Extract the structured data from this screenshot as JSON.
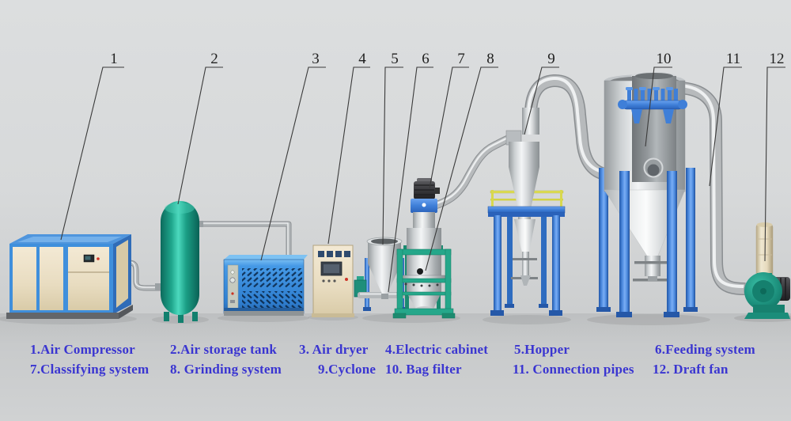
{
  "callouts": {
    "items": [
      {
        "n": "1"
      },
      {
        "n": "2"
      },
      {
        "n": "3"
      },
      {
        "n": "4"
      },
      {
        "n": "5"
      },
      {
        "n": "6"
      },
      {
        "n": "7"
      },
      {
        "n": "8"
      },
      {
        "n": "9"
      },
      {
        "n": "10"
      },
      {
        "n": "11"
      },
      {
        "n": "12"
      }
    ]
  },
  "legend": {
    "items": [
      {
        "label": "1.Air Compressor"
      },
      {
        "label": "2.Air storage tank"
      },
      {
        "label": "3. Air dryer"
      },
      {
        "label": "4.Electric cabinet"
      },
      {
        "label": "5.Hopper"
      },
      {
        "label": "6.Feeding system"
      },
      {
        "label": "7.Classifying system"
      },
      {
        "label": "8. Grinding system"
      },
      {
        "label": "9.Cyclone"
      },
      {
        "label": "10. Bag filter"
      },
      {
        "label": "11. Connection pipes"
      },
      {
        "label": "12. Draft fan"
      }
    ]
  },
  "colors": {
    "legend_text_blue": "#3a35d1",
    "callout_line": "#3a3a3a",
    "compressor_frame_blue": "#3f8fdc",
    "tank_teal": "#1fa68c",
    "dryer_blue": "#3a8fd8",
    "stand_blue": "#3f7fd8",
    "mill_frame_teal": "#25a78a",
    "railing_yellow": "#d8d84e",
    "fan_teal": "#1b8d7a",
    "cabinet_beige": "#eadfc6",
    "pipe_gray": "#b4b8ba"
  }
}
